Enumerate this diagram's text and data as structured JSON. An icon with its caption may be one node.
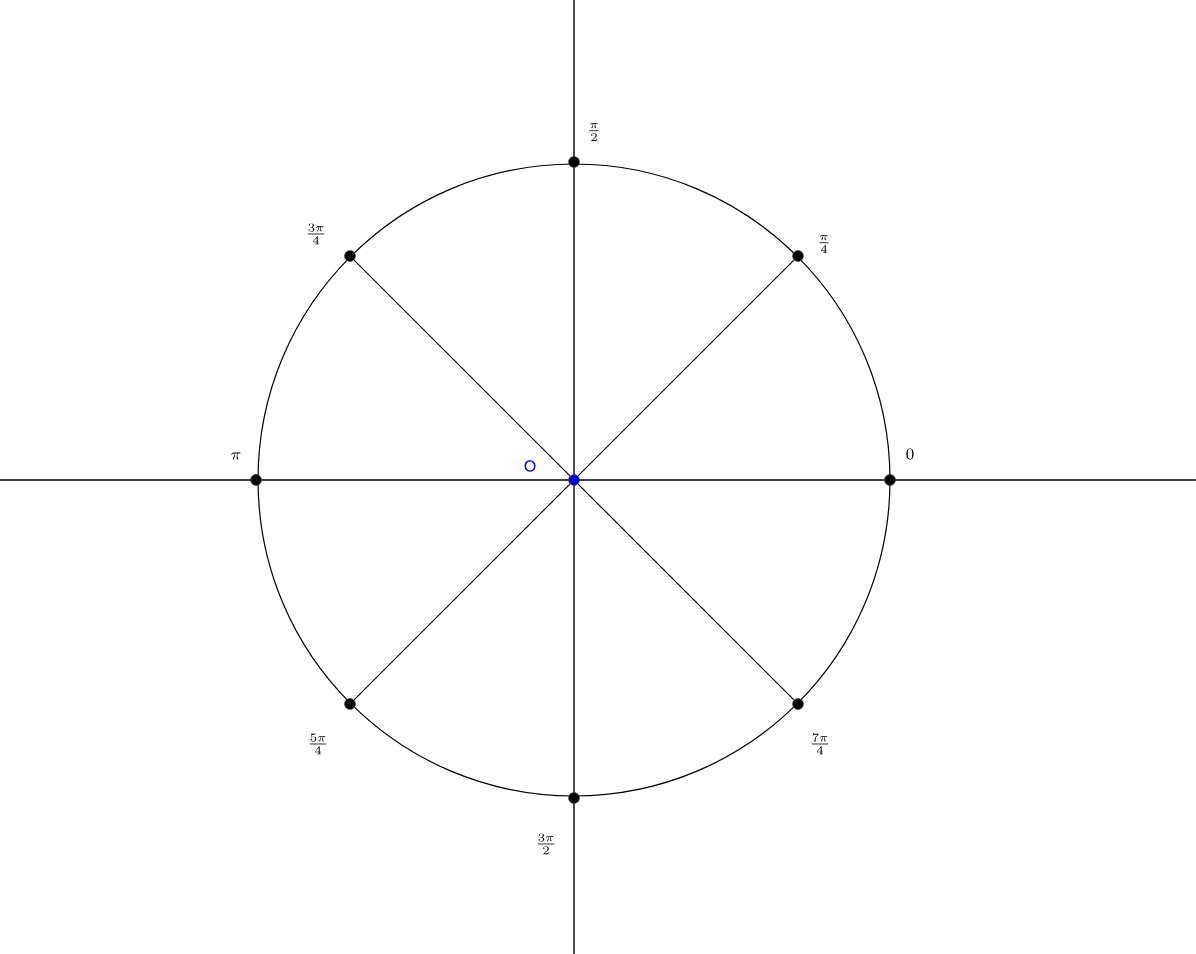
{
  "diagram": {
    "nodes": [
      {
        "text": [
          "\\frac{\\pi}{2}"
        ]
      },
      {
        "text": [
          "\\frac{3\\pi}{4}"
        ]
      },
      {
        "text": [
          "\\frac{\\pi}{4}"
        ]
      },
      {
        "text": [
          "\\pi"
        ]
      },
      {
        "text": [
          "\\mathrm{O}"
        ]
      },
      {
        "text": [
          "0"
        ]
      },
      {
        "text": [
          "\\frac{5\\pi}{4}"
        ]
      },
      {
        "text": [
          "\\frac{7\\pi}{4}"
        ]
      },
      {
        "text": [
          "\\frac{3\\pi}{2}"
        ]
      }
    ],
    "edges": [
      {
        "from": 4,
        "to": 1,
        "arrow": "none"
      },
      {
        "from": 4,
        "to": 2,
        "arrow": "none"
      },
      {
        "from": 4,
        "to": 6,
        "arrow": "none"
      },
      {
        "from": 4,
        "to": 7,
        "arrow": "none"
      }
    ]
  }
}
